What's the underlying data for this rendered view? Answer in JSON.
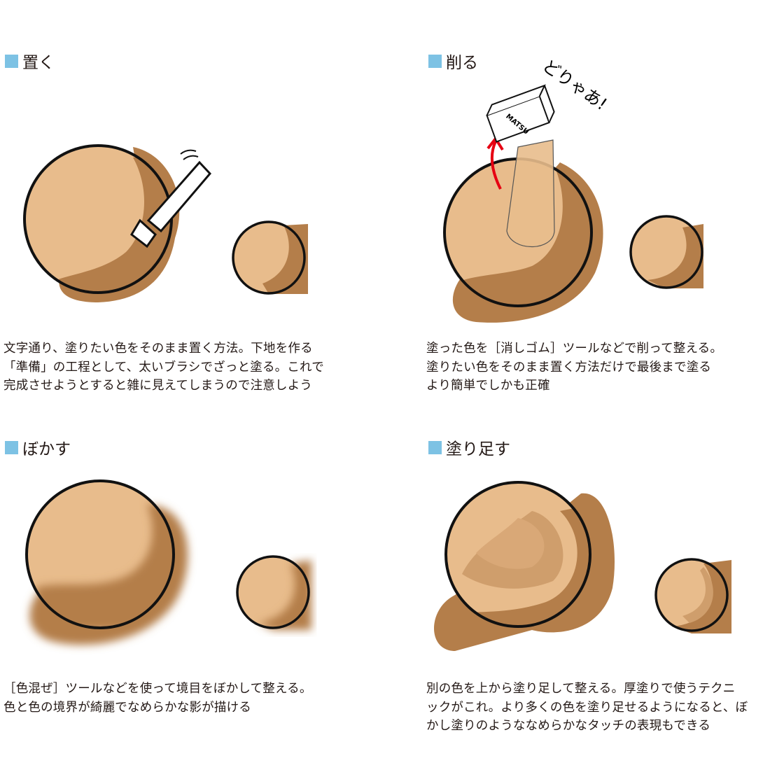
{
  "colors": {
    "accent": "#7dc2e4",
    "light_skin": "#e8bc8c",
    "shadow": "#b47e4a",
    "outline": "#111111",
    "arrow": "#e60012"
  },
  "sections": [
    {
      "title": "置く",
      "description": "文字通り、塗りたい色をそのまま置く方法。下地を作る\n「準備」の工程として、太いブラシでざっと塗る。これで\n完成させようとすると雑に見えてしまうので注意しよう"
    },
    {
      "title": "削る",
      "description": "塗った色を［消しゴム］ツールなどで削って整える。\n塗りたい色をそのまま置く方法だけで最後まで塗る\nより簡単でしかも正確",
      "eraser_label": "MATSU",
      "exclamation": "どりゃあ!"
    },
    {
      "title": "ぼかす",
      "description": "［色混ぜ］ツールなどを使って境目をぼかして整える。\n色と色の境界が綺麗でなめらかな影が描ける"
    },
    {
      "title": "塗り足す",
      "description": "別の色を上から塗り足して整える。厚塗りで使うテクニ\nックがこれ。より多くの色を塗り足せるようになると、ぼ\nかし塗りのようななめらかなタッチの表現もできる"
    }
  ]
}
